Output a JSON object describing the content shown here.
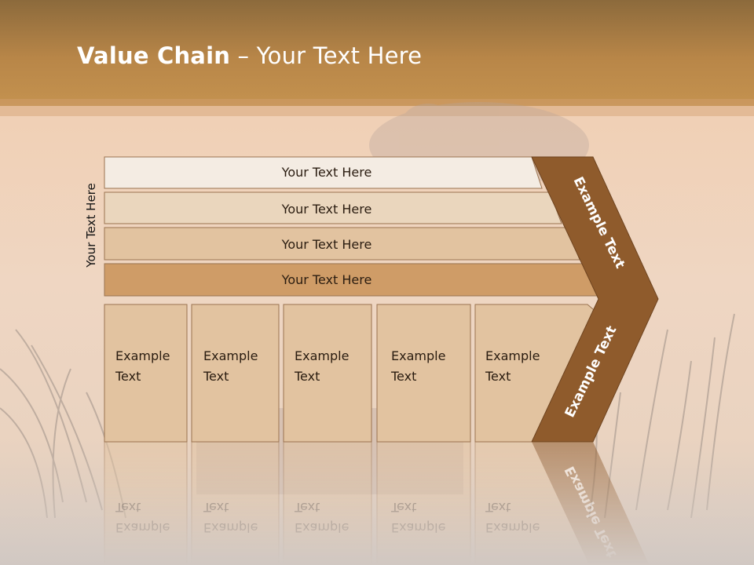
{
  "slide": {
    "title_bold": "Value Chain",
    "title_rest": " – Your Text Here"
  },
  "side_label": "Your Text Here",
  "rows": [
    {
      "label": "Your Text Here",
      "fill": "#f4ece3"
    },
    {
      "label": "Your Text Here",
      "fill": "#ead6bd"
    },
    {
      "label": "Your Text Here",
      "fill": "#e2c3a0"
    },
    {
      "label": "Your Text Here",
      "fill": "#cf9c67"
    }
  ],
  "boxes": [
    {
      "line1": "Example",
      "line2": "Text"
    },
    {
      "line1": "Example",
      "line2": "Text"
    },
    {
      "line1": "Example",
      "line2": "Text"
    },
    {
      "line1": "Example",
      "line2": "Text"
    },
    {
      "line1": "Example",
      "line2": "Text"
    }
  ],
  "chevron": {
    "upper_label": "Example Text",
    "lower_label": "Example Text",
    "fill": "#8f5b2c"
  },
  "colors": {
    "box_fill": "#e2c3a0",
    "border": "#9a7350",
    "text": "#2a1c10"
  }
}
